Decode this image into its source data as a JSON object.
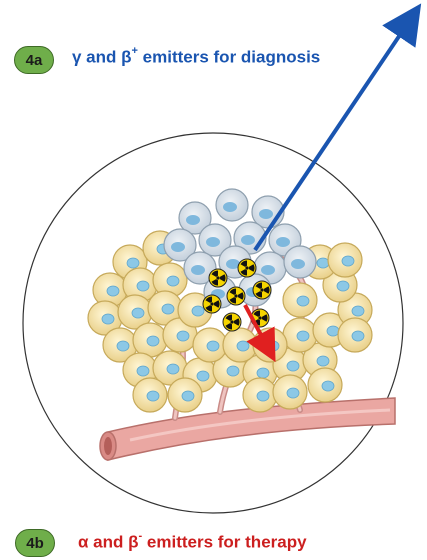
{
  "top_label": {
    "badge": "4a",
    "prefix": "γ and β",
    "superscript": "+",
    "suffix": " emitters for diagnosis"
  },
  "bottom_label": {
    "badge": "4b",
    "prefix": "α and β",
    "superscript": "-",
    "suffix": " emitters for therapy"
  },
  "colors": {
    "badge_green": "#6fae4a",
    "diagnosis_blue": "#1a55b0",
    "therapy_red": "#cc1f1f",
    "cell_fill": "#f7e6ad",
    "nucleus": "#8cc8e6",
    "vessel": "#eaa7a2",
    "radiation_yellow": "#f5d400"
  }
}
